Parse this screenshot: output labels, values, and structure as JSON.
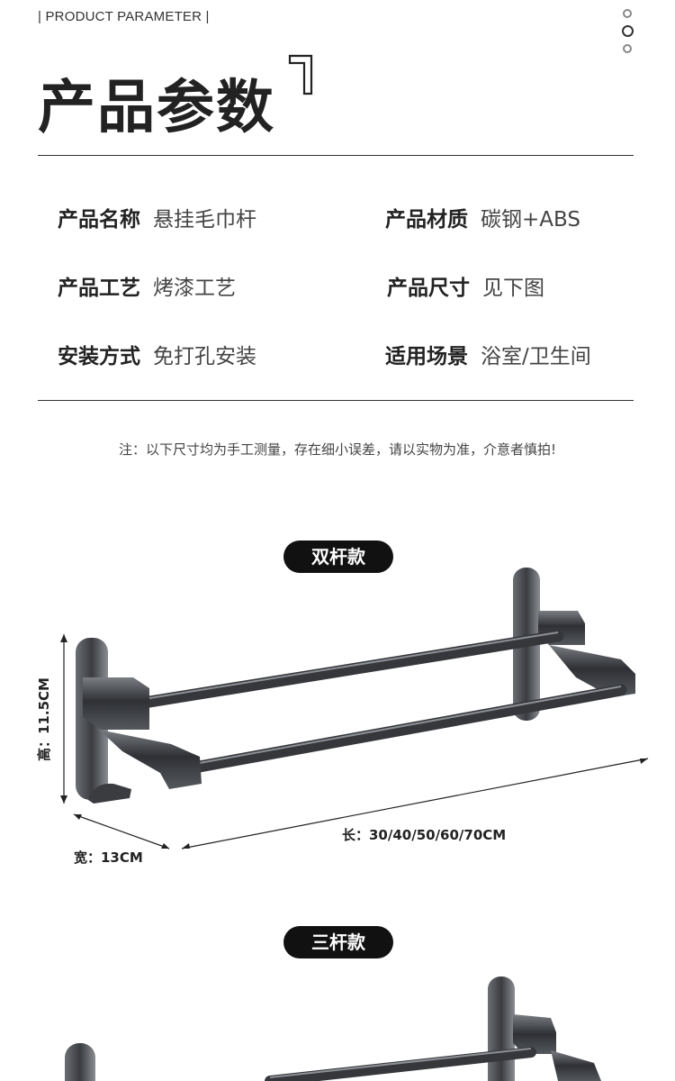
{
  "header": {
    "tag": "PRODUCT PARAMETER"
  },
  "title": {
    "main": "产品参数",
    "number": "1"
  },
  "params": [
    {
      "key": "产品名称",
      "value": "悬挂毛巾杆"
    },
    {
      "key": "产品材质",
      "value": "碳钢+ABS"
    },
    {
      "key": "产品工艺",
      "value": "烤漆工艺"
    },
    {
      "key": "产品尺寸",
      "value": "见下图"
    },
    {
      "key": "安装方式",
      "value": "免打孔安装"
    },
    {
      "key": "适用场景",
      "value": "浴室/卫生间"
    }
  ],
  "note": "注：以下尺寸均为手工测量，存在细小误差，请以实物为准，介意者慎拍!",
  "variants": [
    {
      "label": "双杆款",
      "height": "高：11.5CM",
      "width": "宽：13CM",
      "length": "长：30/40/50/60/70CM"
    },
    {
      "label": "三杆款"
    }
  ],
  "colors": {
    "accent": "#111111",
    "metal": "#4a4d52"
  }
}
